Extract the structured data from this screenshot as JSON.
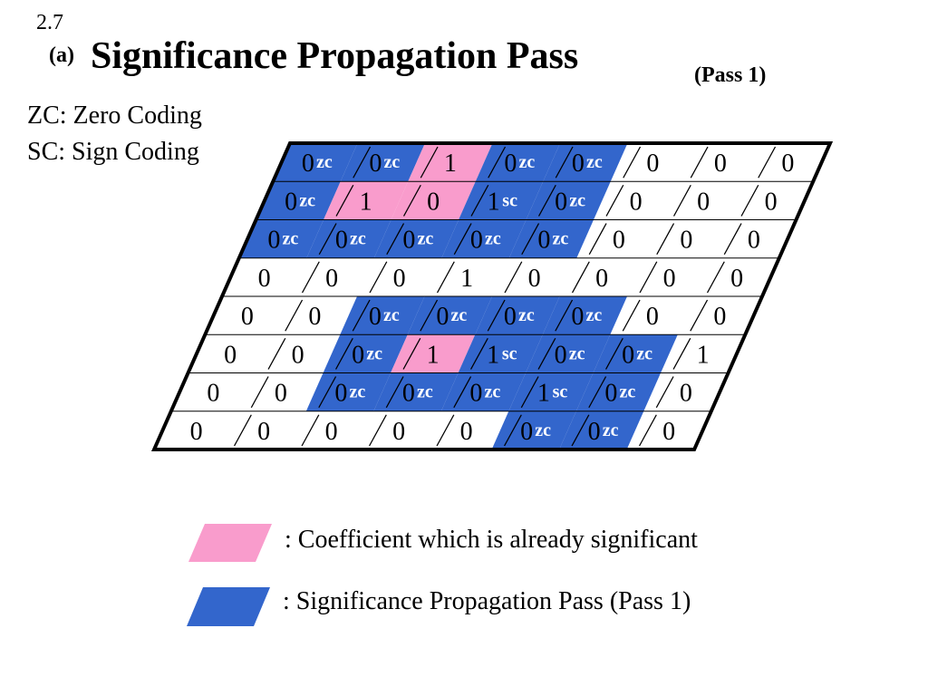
{
  "slide_number": "2.7",
  "title": {
    "prefix": "(a)",
    "main": "Significance Propagation Pass",
    "sub": "(Pass 1)"
  },
  "abbreviations": [
    {
      "text": "ZC: Zero Coding"
    },
    {
      "text": "SC: Sign Coding"
    }
  ],
  "colors": {
    "already_significant": "#f99ccc",
    "propagation_pass": "#3366cc",
    "coding_label": "#ffffff",
    "grid_line": "#000000"
  },
  "grid": {
    "rows": [
      [
        {
          "v": "0",
          "f": "b",
          "t": "zc"
        },
        {
          "v": "0",
          "f": "b",
          "t": "zc"
        },
        {
          "v": "1",
          "f": "p"
        },
        {
          "v": "0",
          "f": "b",
          "t": "zc"
        },
        {
          "v": "0",
          "f": "b",
          "t": "zc"
        },
        {
          "v": "0"
        },
        {
          "v": "0"
        },
        {
          "v": "0"
        }
      ],
      [
        {
          "v": "0",
          "f": "b",
          "t": "zc"
        },
        {
          "v": "1",
          "f": "p"
        },
        {
          "v": "0",
          "f": "p"
        },
        {
          "v": "1",
          "f": "b",
          "t": "sc"
        },
        {
          "v": "0",
          "f": "b",
          "t": "zc"
        },
        {
          "v": "0"
        },
        {
          "v": "0"
        },
        {
          "v": "0"
        }
      ],
      [
        {
          "v": "0",
          "f": "b",
          "t": "zc"
        },
        {
          "v": "0",
          "f": "b",
          "t": "zc"
        },
        {
          "v": "0",
          "f": "b",
          "t": "zc"
        },
        {
          "v": "0",
          "f": "b",
          "t": "zc"
        },
        {
          "v": "0",
          "f": "b",
          "t": "zc"
        },
        {
          "v": "0"
        },
        {
          "v": "0"
        },
        {
          "v": "0"
        }
      ],
      [
        {
          "v": "0"
        },
        {
          "v": "0"
        },
        {
          "v": "0"
        },
        {
          "v": "1"
        },
        {
          "v": "0"
        },
        {
          "v": "0"
        },
        {
          "v": "0"
        },
        {
          "v": "0"
        }
      ],
      [
        {
          "v": "0"
        },
        {
          "v": "0"
        },
        {
          "v": "0",
          "f": "b",
          "t": "zc"
        },
        {
          "v": "0",
          "f": "b",
          "t": "zc"
        },
        {
          "v": "0",
          "f": "b",
          "t": "zc"
        },
        {
          "v": "0",
          "f": "b",
          "t": "zc"
        },
        {
          "v": "0"
        },
        {
          "v": "0"
        }
      ],
      [
        {
          "v": "0"
        },
        {
          "v": "0"
        },
        {
          "v": "0",
          "f": "b",
          "t": "zc"
        },
        {
          "v": "1",
          "f": "p"
        },
        {
          "v": "1",
          "f": "b",
          "t": "sc"
        },
        {
          "v": "0",
          "f": "b",
          "t": "zc"
        },
        {
          "v": "0",
          "f": "b",
          "t": "zc"
        },
        {
          "v": "1"
        }
      ],
      [
        {
          "v": "0"
        },
        {
          "v": "0"
        },
        {
          "v": "0",
          "f": "b",
          "t": "zc"
        },
        {
          "v": "0",
          "f": "b",
          "t": "zc"
        },
        {
          "v": "0",
          "f": "b",
          "t": "zc"
        },
        {
          "v": "1",
          "f": "b",
          "t": "sc"
        },
        {
          "v": "0",
          "f": "b",
          "t": "zc"
        },
        {
          "v": "0"
        }
      ],
      [
        {
          "v": "0"
        },
        {
          "v": "0"
        },
        {
          "v": "0"
        },
        {
          "v": "0"
        },
        {
          "v": "0"
        },
        {
          "v": "0",
          "f": "b",
          "t": "zc"
        },
        {
          "v": "0",
          "f": "b",
          "t": "zc"
        },
        {
          "v": "0"
        }
      ]
    ]
  },
  "legend": [
    {
      "color": "#f99ccc",
      "text": ": Coefficient which is already significant"
    },
    {
      "color": "#3366cc",
      "text": ": Significance Propagation Pass (Pass 1)"
    }
  ]
}
